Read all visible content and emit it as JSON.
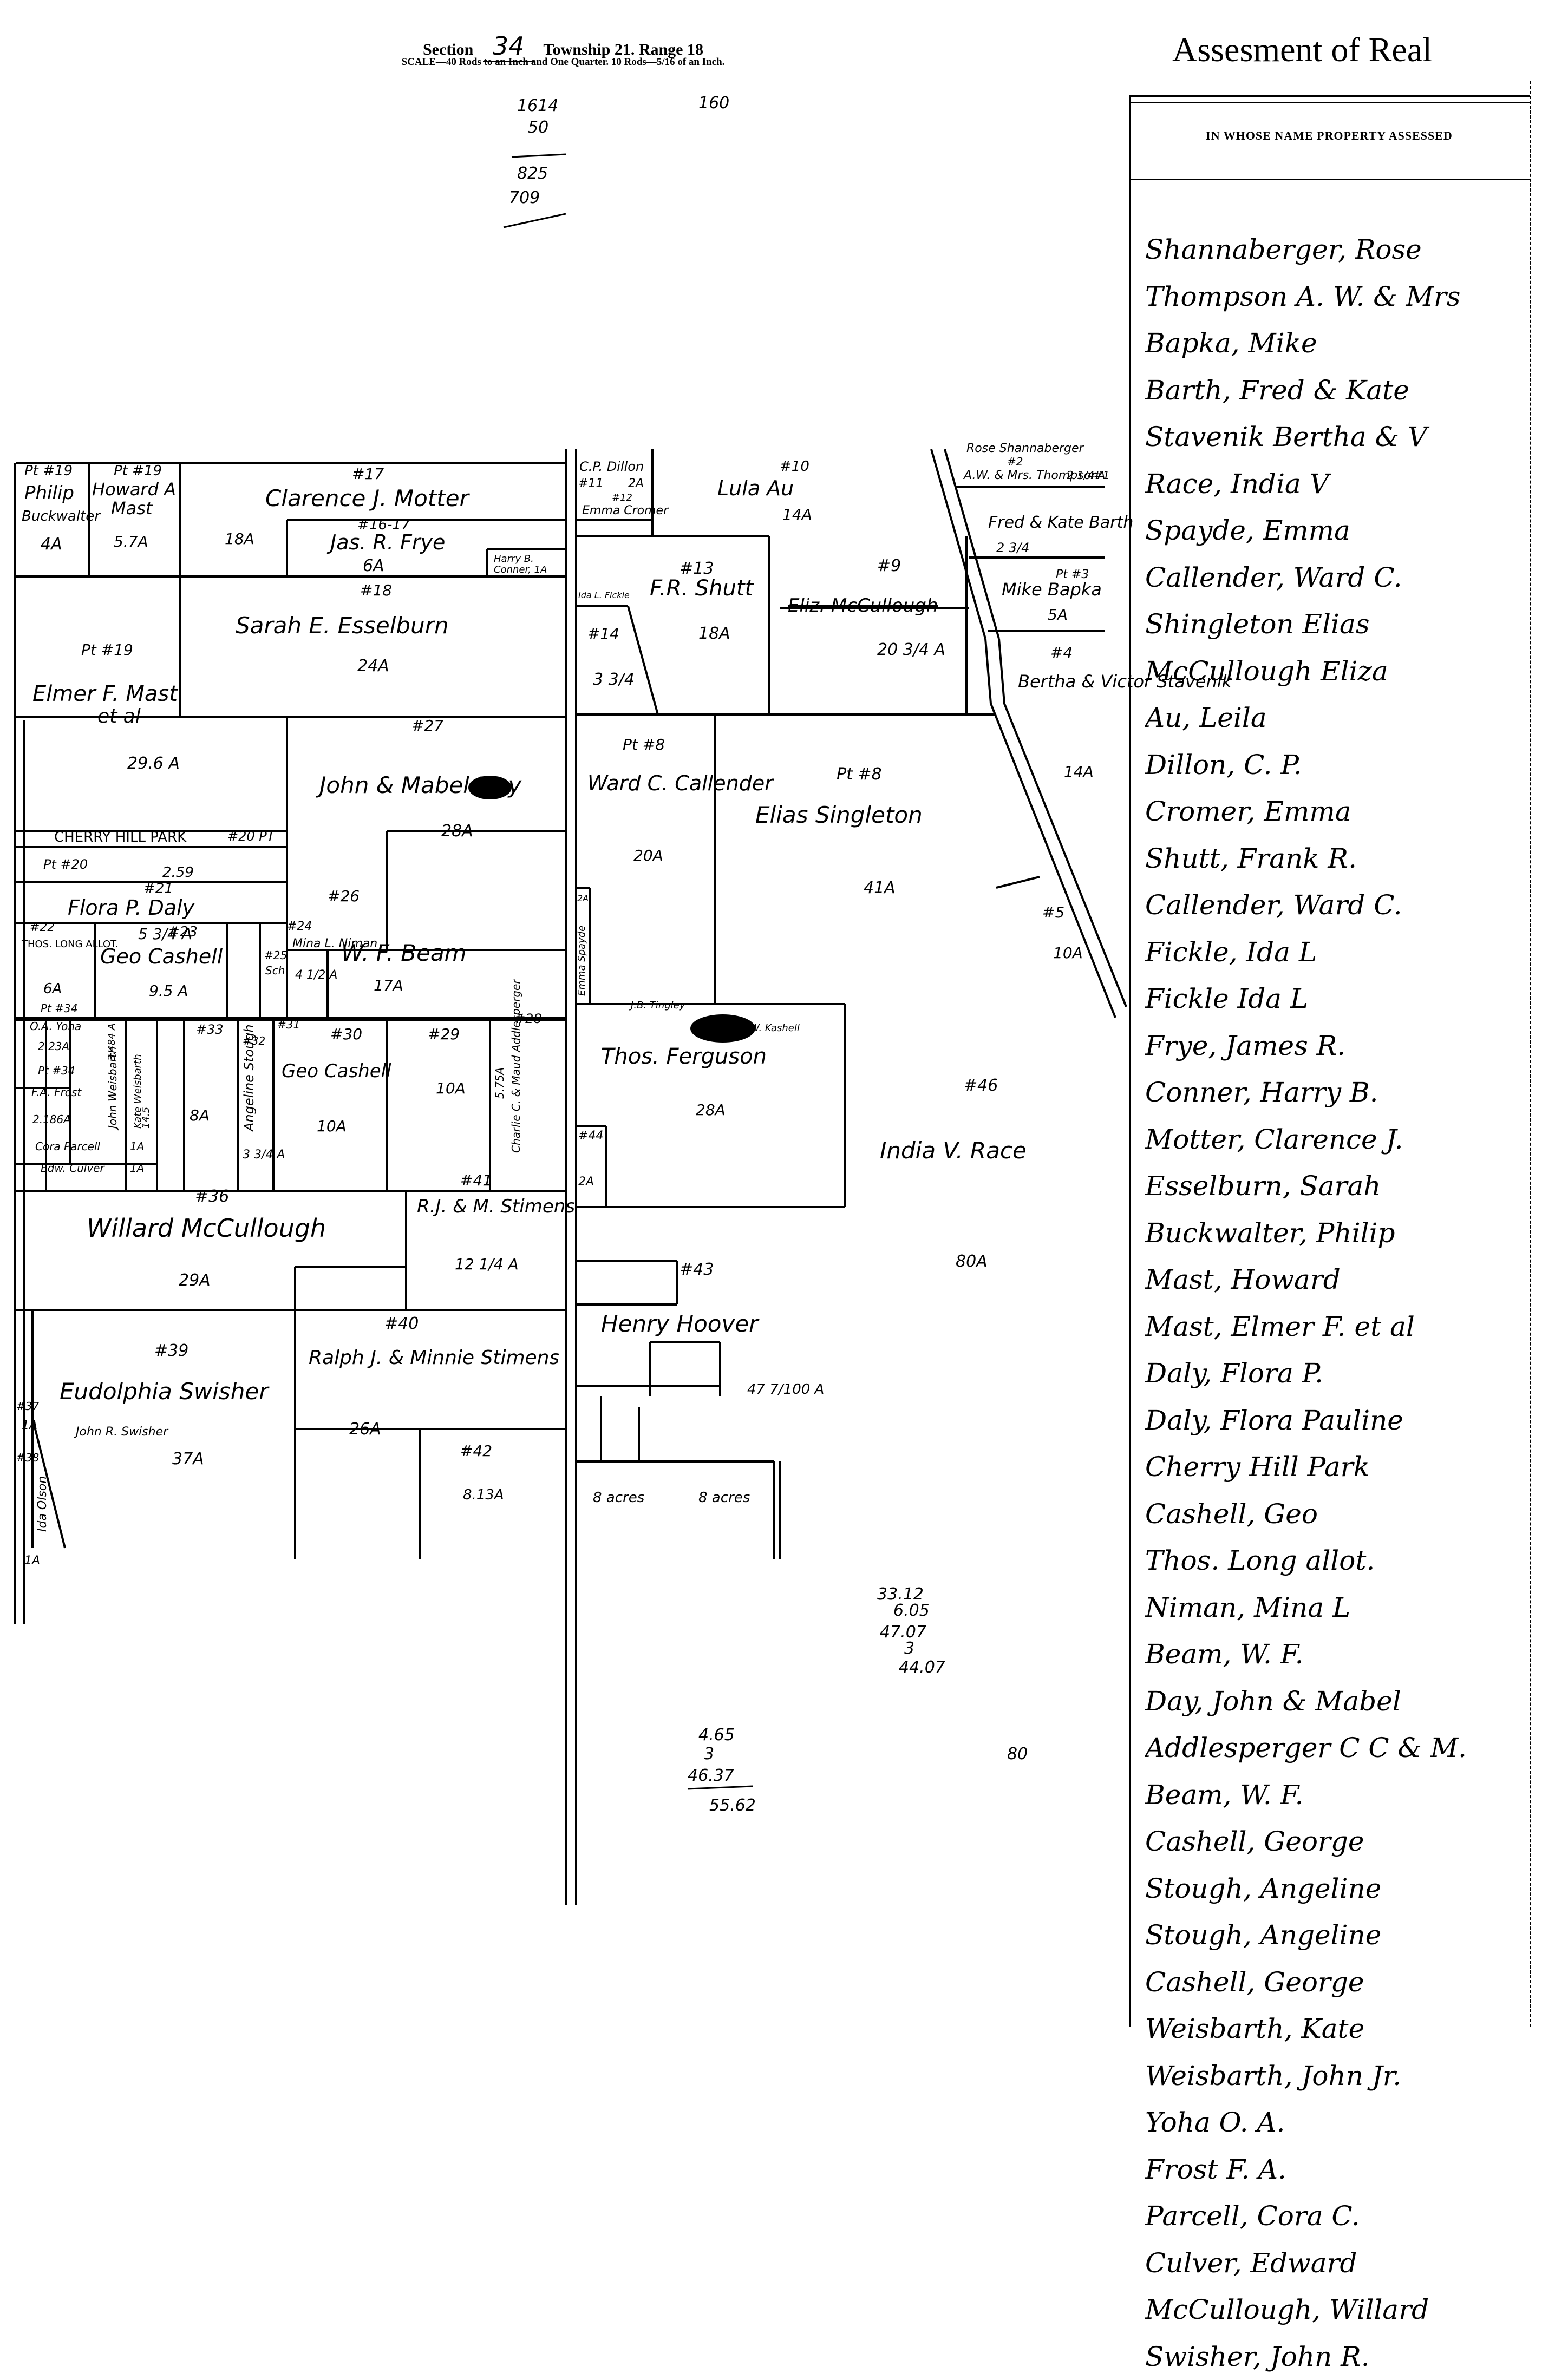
{
  "header": {
    "section_label": "Section",
    "section_number": "34",
    "township": "Township 21.",
    "range": "Range 18",
    "scale": "SCALE—40 Rods to an Inch and One Quarter.   10 Rods—5/16 of an Inch."
  },
  "ledger": {
    "title": "Assesment of Real",
    "column_header": "IN WHOSE NAME PROPERTY ASSESSED",
    "names": [
      "Shannaberger, Rose",
      "Thompson A. W. & Mrs",
      "Bapka, Mike",
      "Barth, Fred & Kate",
      "Stavenik Bertha & V",
      "Race, India V",
      "Spayde, Emma",
      "Callender, Ward C.",
      "Shingleton Elias",
      "McCullough Eliza",
      "Au, Leila",
      "Dillon, C. P.",
      "Cromer, Emma",
      "Shutt, Frank R.",
      "Callender, Ward C.",
      "Fickle, Ida L",
      "Fickle Ida L",
      "Frye, James R.",
      "Conner, Harry B.",
      "Motter, Clarence J.",
      "Esselburn, Sarah",
      "Buckwalter, Philip",
      "Mast, Howard",
      "Mast, Elmer F. et al",
      "Daly, Flora P.",
      "Daly, Flora Pauline",
      "Cherry Hill Park",
      "Cashell, Geo",
      "Thos. Long allot.",
      "Niman, Mina L",
      "Beam, W. F.",
      "Day, John & Mabel",
      "Addlesperger C C & M.",
      "Beam, W. F.",
      "Cashell, George",
      "Stough, Angeline",
      "Stough, Angeline",
      "Cashell, George",
      "Weisbarth, Kate",
      "Weisbarth, John Jr.",
      "Yoha O. A.",
      "Frost F. A.",
      "Parcell, Cora C.",
      "Culver, Edward",
      "McCullough, Willard",
      "Swisher, John R."
    ]
  },
  "map": {
    "parcels": [
      {
        "num": "Pt #19",
        "owner": "Philip",
        "owner2": "Buckwalter",
        "area": "4A"
      },
      {
        "num": "Pt #19",
        "owner": "Howard A",
        "owner2": "Mast",
        "area": "5.7A"
      },
      {
        "num": "#17",
        "owner": "Clarence J. Motter",
        "area": "18A"
      },
      {
        "num": "#16-17",
        "owner": "Jas. R. Frye",
        "area": "6A"
      },
      {
        "owner": "Harry B.",
        "owner2": "Conner, 1A"
      },
      {
        "num": "#18",
        "owner": "Sarah E. Esselburn",
        "area": "24A"
      },
      {
        "num": "Pt #19",
        "owner": "Elmer F. Mast",
        "owner2": "et al",
        "area": "29.6 A"
      },
      {
        "num": "#27",
        "owner": "John & Mabel Day",
        "area": "28A"
      },
      {
        "owner": "CHERRY HILL PARK",
        "num": "#20 PT"
      },
      {
        "num": "Pt #20",
        "area": "2.59"
      },
      {
        "num": "#21",
        "owner": "Flora P. Daly",
        "area": "5 3/4 A"
      },
      {
        "num": "#22",
        "owner": "THOS. LONG ALLOT.",
        "area": "6A"
      },
      {
        "num": "#23",
        "owner": "Geo Cashell",
        "area": "9.5 A"
      },
      {
        "num": "#24",
        "owner": "Mina L. Niman",
        "area": "4 1/2 A"
      },
      {
        "num": "#25",
        "owner": "Sch"
      },
      {
        "num": "#26",
        "owner": "W. F. Beam",
        "area": "17A"
      },
      {
        "num": "#11",
        "owner": "C.P. Dillon",
        "area": "2A"
      },
      {
        "num": "#12",
        "owner": "Emma Cromer"
      },
      {
        "num": "#10",
        "owner": "Lula Au",
        "area": "14A"
      },
      {
        "num": "#13",
        "owner": "F.R. Shutt",
        "area": "18A"
      },
      {
        "num": "#9",
        "owner": "Eliz. McCullough",
        "area": "20 3/4 A"
      },
      {
        "num": "#14",
        "owner": "Ida L. Fickle",
        "area": "3 3/4"
      },
      {
        "num": "Pt #8",
        "owner": "Ward C. Callender",
        "area": "20A"
      },
      {
        "num": "Pt #8",
        "owner": "Elias Singleton",
        "area": "41A"
      },
      {
        "owner": "Rose Shannaberger"
      },
      {
        "num": "#2",
        "owner": "A.W. & Mrs. Thompson",
        "area": "2 1/4 A"
      },
      {
        "num": "#1",
        "owner": "Fred & Kate Barth",
        "area": "2 3/4"
      },
      {
        "num": "Pt #3",
        "owner": "Mike Bapka",
        "area": "5A"
      },
      {
        "num": "#4",
        "owner": "Bertha & Victor Stavenik",
        "area": "14A"
      },
      {
        "num": "#5",
        "area": "10A"
      },
      {
        "num": "#46",
        "owner": "India V. Race",
        "area": "80A"
      },
      {
        "owner": "Emma Spayde",
        "area": "2A"
      },
      {
        "owner": "Thos. Ferguson",
        "area": "28A"
      },
      {
        "owner": "J.B. Tingley"
      },
      {
        "owner": "W. Kashell"
      },
      {
        "num": "#44",
        "area": "2A"
      },
      {
        "num": "Pt #34",
        "owner": "O.A. Yoha",
        "area": "2.23A"
      },
      {
        "num": "Pt #34",
        "owner": "F.A. Frost",
        "area": "2.186A"
      },
      {
        "owner": "John Weisbarth",
        "area": "3.484 A"
      },
      {
        "owner": "Kate Weisbarth",
        "area": "14.5"
      },
      {
        "num": "#33",
        "owner": "Angeline Stough",
        "area": "8A"
      },
      {
        "num": "#32",
        "area": "3 3/4 A"
      },
      {
        "num": "#31"
      },
      {
        "num": "#30",
        "owner": "Geo Cashell",
        "area": "10A"
      },
      {
        "num": "#29",
        "area": "10A"
      },
      {
        "num": "#28",
        "owner": "Charlie C. & Maud Addlesperger",
        "area": "5.75A"
      },
      {
        "owner": "Cora Parcell",
        "area": "1A"
      },
      {
        "owner": "Edw. Culver",
        "area": "1A"
      },
      {
        "num": "#36",
        "owner": "Willard McCullough",
        "area": "29A"
      },
      {
        "num": "#41",
        "owner": "R.J. & M. Stimens",
        "area": "12 1/4 A"
      },
      {
        "num": "#43",
        "owner": "Henry Hoover",
        "area": "47 7/100 A"
      },
      {
        "num": "#39",
        "owner": "Eudolphia Swisher",
        "area": "37A"
      },
      {
        "num": "#40",
        "owner": "Ralph J. & Minnie Stimens",
        "area": "26A"
      },
      {
        "num": "#42",
        "area": "8.13A"
      },
      {
        "num": "#37",
        "area": "1A"
      },
      {
        "num": "#38",
        "owner": "Ida Olson",
        "area": "1A"
      },
      {
        "owner": "John R. Swisher"
      },
      {
        "area": "8 acres"
      },
      {
        "area": "8 acres"
      }
    ],
    "notes": [
      "1614",
      "50",
      "825",
      "709",
      "160",
      "4.65",
      "3",
      "46.37",
      "55.62",
      "33.12",
      "6.05",
      "47.07",
      "3",
      "44.07",
      "80"
    ]
  }
}
